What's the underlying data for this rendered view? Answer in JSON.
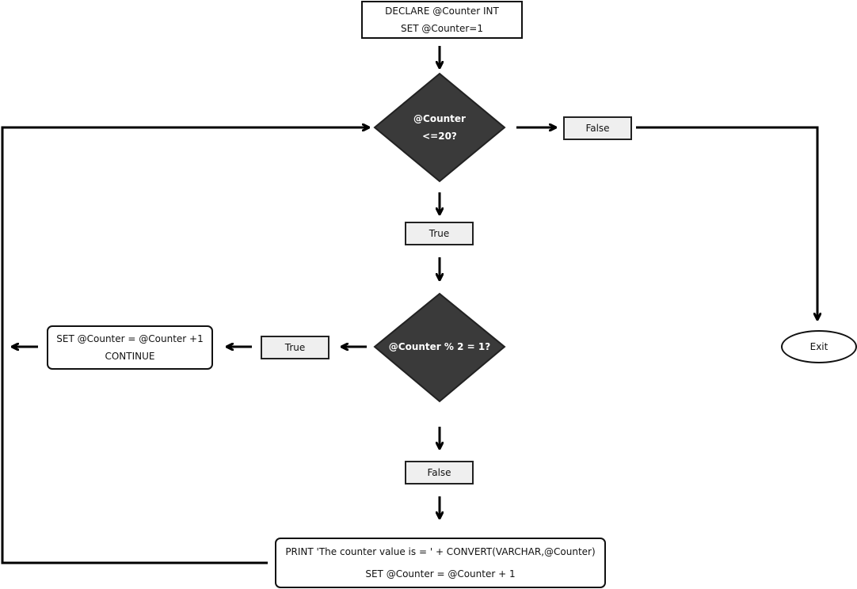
{
  "nodes": {
    "init": {
      "line1": "DECLARE @Counter INT",
      "line2": "SET @Counter=1"
    },
    "cond1": {
      "line1": "@Counter",
      "line2": "<=20?"
    },
    "cond1_false": {
      "label": "False"
    },
    "cond1_true": {
      "label": "True"
    },
    "cond2": {
      "label": "@Counter % 2 = 1?"
    },
    "cond2_true": {
      "label": "True"
    },
    "continue_box": {
      "line1": "SET @Counter = @Counter +1",
      "line2": "CONTINUE"
    },
    "cond2_false": {
      "label": "False"
    },
    "print_box": {
      "line1": "PRINT 'The counter value is = ' + CONVERT(VARCHAR,@Counter)",
      "line2": "SET @Counter = @Counter + 1"
    },
    "exit": {
      "label": "Exit"
    }
  },
  "colors": {
    "diamond_fill": "#3a3a3a",
    "stroke": "#000000",
    "label_fill": "#efefef"
  }
}
